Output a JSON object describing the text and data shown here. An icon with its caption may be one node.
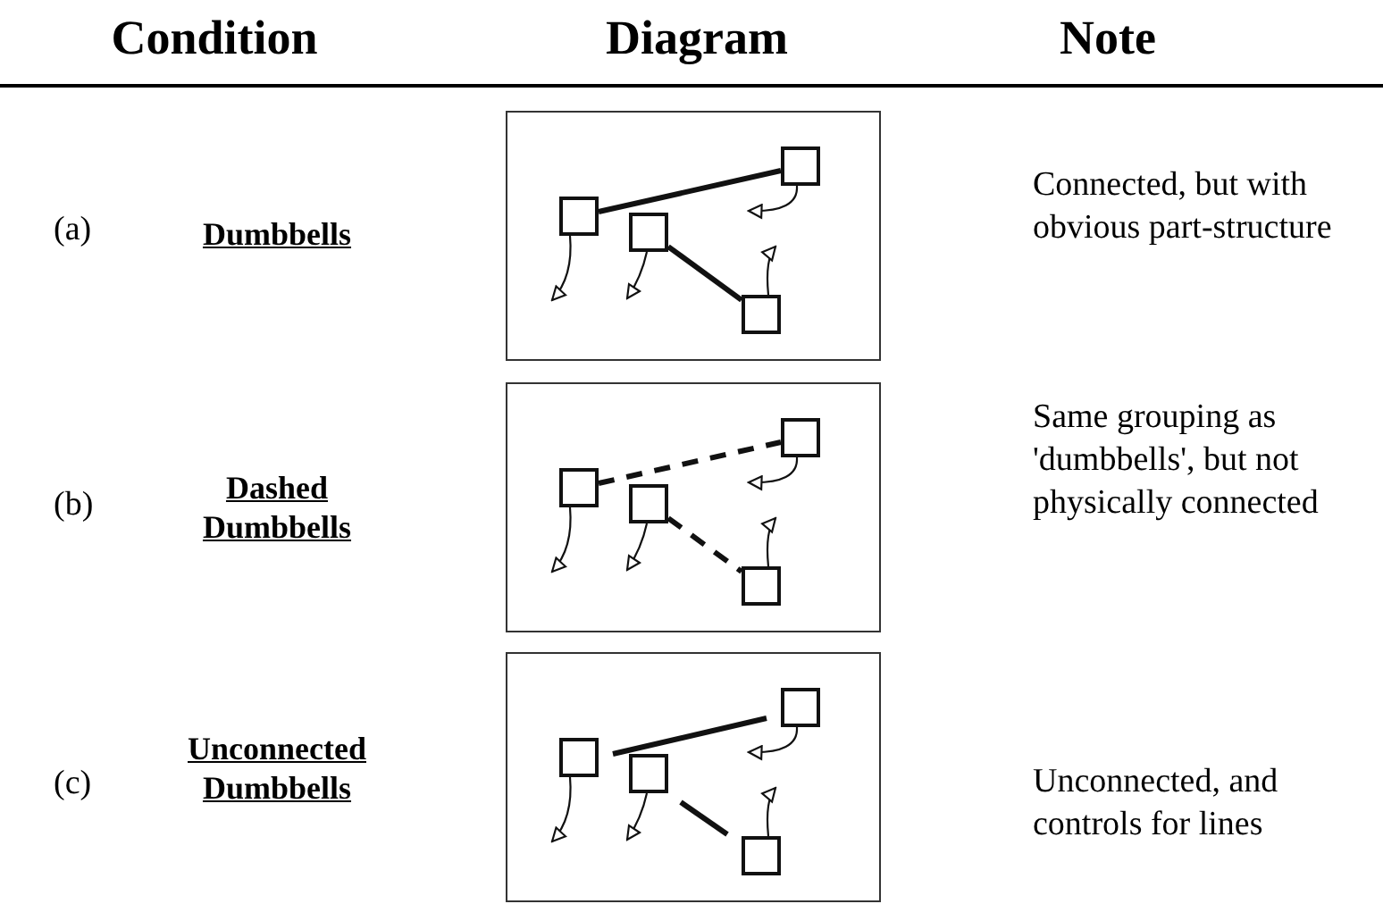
{
  "diagram": {
    "nodes": [
      {
        "text": [],
        "shape": "box"
      },
      {
        "text": [],
        "shape": "box",
        "in": 0
      },
      {
        "text": [],
        "shape": "box",
        "in": 0
      },
      {
        "text": [],
        "shape": "box",
        "in": 0
      },
      {
        "text": [],
        "shape": "box",
        "in": 0
      },
      {
        "text": [],
        "shape": "box"
      },
      {
        "text": [],
        "shape": "box",
        "in": 5
      },
      {
        "text": [],
        "shape": "box",
        "in": 5
      },
      {
        "text": [],
        "shape": "box",
        "in": 5
      },
      {
        "text": [],
        "shape": "box",
        "in": 5
      },
      {
        "text": [],
        "shape": "box"
      },
      {
        "text": [],
        "shape": "box",
        "in": 10
      },
      {
        "text": [],
        "shape": "box",
        "in": 10
      },
      {
        "text": [],
        "shape": "box",
        "in": 10
      },
      {
        "text": [],
        "shape": "box",
        "in": 10
      }
    ],
    "edges": [
      {
        "from": 1,
        "to": 4,
        "arrow": "none",
        "style": "thick"
      },
      {
        "from": 2,
        "to": 3,
        "arrow": "none",
        "style": "thick"
      },
      {
        "from": 1,
        "to": null,
        "arrow": "to"
      },
      {
        "from": 2,
        "to": null,
        "arrow": "to"
      },
      {
        "from": 3,
        "to": null,
        "arrow": "to"
      },
      {
        "from": 4,
        "to": null,
        "arrow": "to"
      },
      {
        "from": 6,
        "to": 9,
        "arrow": "none",
        "style": "dashed"
      },
      {
        "from": 7,
        "to": 8,
        "arrow": "none",
        "style": "dashed"
      },
      {
        "from": 6,
        "to": null,
        "arrow": "to"
      },
      {
        "from": 7,
        "to": null,
        "arrow": "to"
      },
      {
        "from": 8,
        "to": null,
        "arrow": "to"
      },
      {
        "from": 9,
        "to": null,
        "arrow": "to"
      },
      {
        "from": 11,
        "to": null,
        "arrow": "to"
      },
      {
        "from": 12,
        "to": null,
        "arrow": "to"
      },
      {
        "from": 13,
        "to": null,
        "arrow": "to"
      },
      {
        "from": 14,
        "to": null,
        "arrow": "to"
      }
    ],
    "labels": [
      "Condition",
      "Diagram",
      "Note",
      "(a)",
      "Dumbbells",
      "Connected, but with obvious part-structure",
      "(b)",
      "Dashed Dumbbells",
      "Same grouping as 'dumbbells', but not physically connected",
      "(c)",
      "Unconnected Dumbbells",
      "Unconnected, and controls for lines"
    ]
  }
}
